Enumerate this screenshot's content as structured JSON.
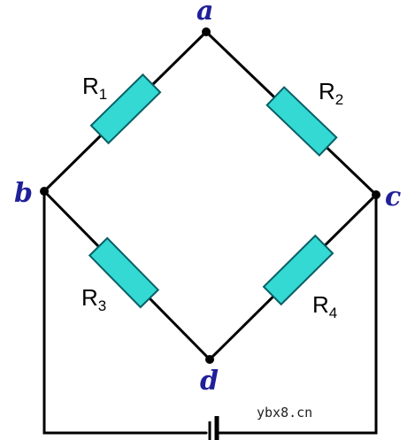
{
  "colors": {
    "wire": "#000000",
    "node_label": "#20209a",
    "resistor_fill": "#33d9d2",
    "resistor_stroke": "#0a5f66",
    "background": "#ffffff",
    "watermark": "#222222"
  },
  "nodes": {
    "a": "a",
    "b": "b",
    "c": "c",
    "d": "d"
  },
  "resistors": {
    "r1": {
      "letter": "R",
      "sub": "1"
    },
    "r2": {
      "letter": "R",
      "sub": "2"
    },
    "r3": {
      "letter": "R",
      "sub": "3"
    },
    "r4": {
      "letter": "R",
      "sub": "4"
    }
  },
  "source": {
    "type": "battery-icon"
  },
  "watermark": "ybx8.cn"
}
